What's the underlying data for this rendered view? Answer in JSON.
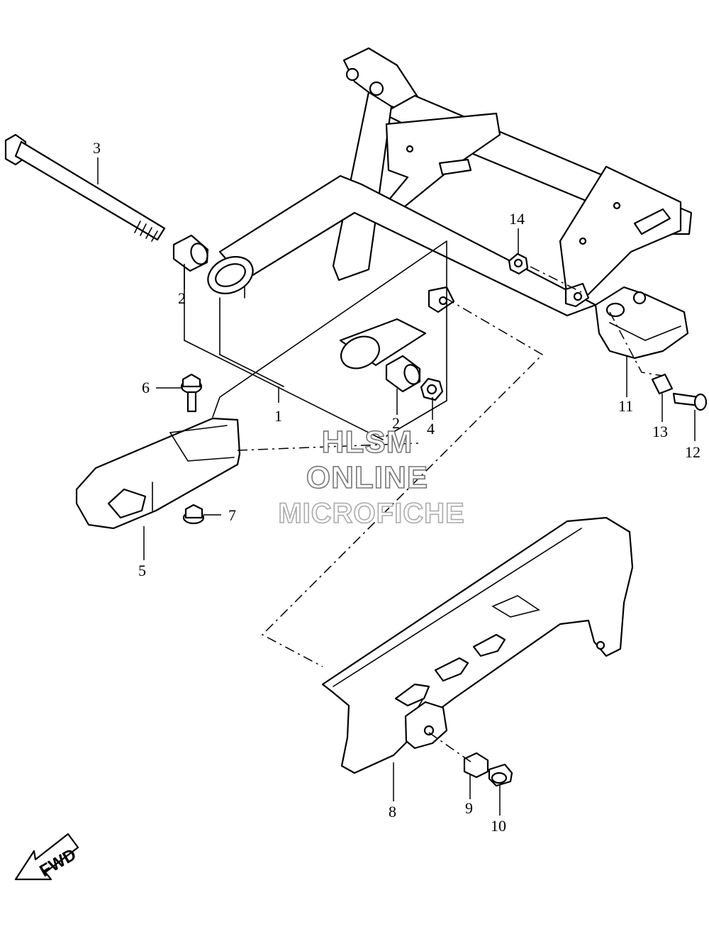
{
  "callouts": {
    "c1": "1",
    "c2a": "2",
    "c2b": "2",
    "c3": "3",
    "c4": "4",
    "c5": "5",
    "c6": "6",
    "c7": "7",
    "c8": "8",
    "c9": "9",
    "c10": "10",
    "c11": "11",
    "c12": "12",
    "c13": "13",
    "c14": "14"
  },
  "watermark": {
    "line1": "HLSM",
    "line2": "ONLINE",
    "line3": "MICROFICHE"
  },
  "direction_marker": {
    "label": "FWD"
  }
}
